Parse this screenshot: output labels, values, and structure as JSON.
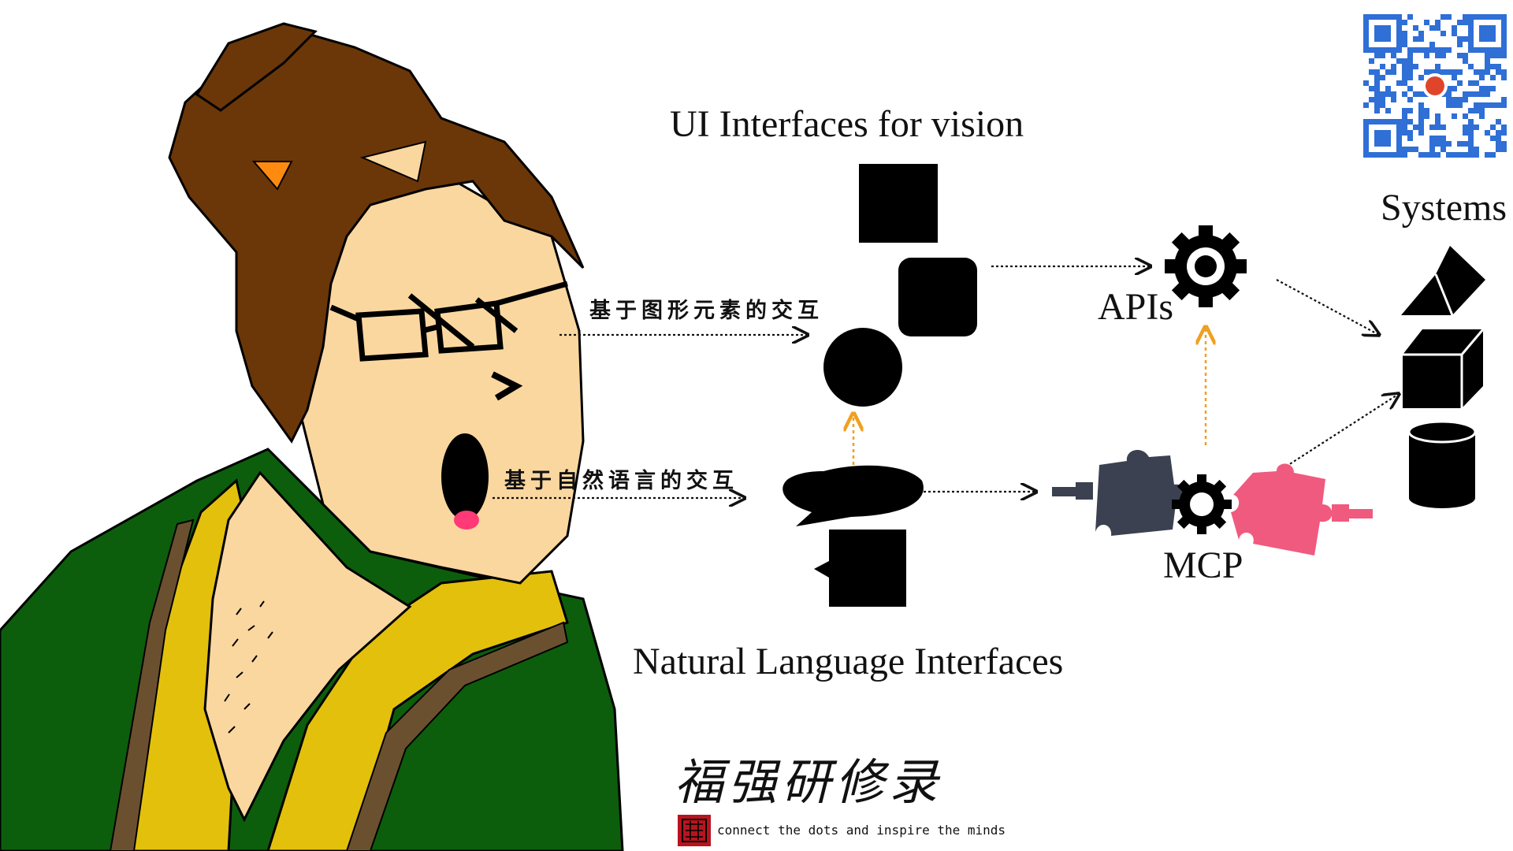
{
  "labels": {
    "ui_interfaces": "UI Interfaces for vision",
    "natural_language": "Natural Language Interfaces",
    "apis": "APIs",
    "mcp": "MCP",
    "systems": "Systems",
    "cn_graphical": "基于图形元素的交互",
    "cn_natural": "基于自然语言的交互"
  },
  "brand": {
    "name": "福强研修录",
    "tagline": "connect the dots and inspire the minds"
  },
  "colors": {
    "accent_arrow": "#f0a020",
    "skin": "#fbd7a0",
    "hair": "#6b3708",
    "robe_green": "#0c5e0c",
    "robe_yellow": "#e3c00c",
    "robe_brown": "#6b5030",
    "puzzle_dark": "#3b4150",
    "puzzle_pink": "#f05a7e"
  }
}
